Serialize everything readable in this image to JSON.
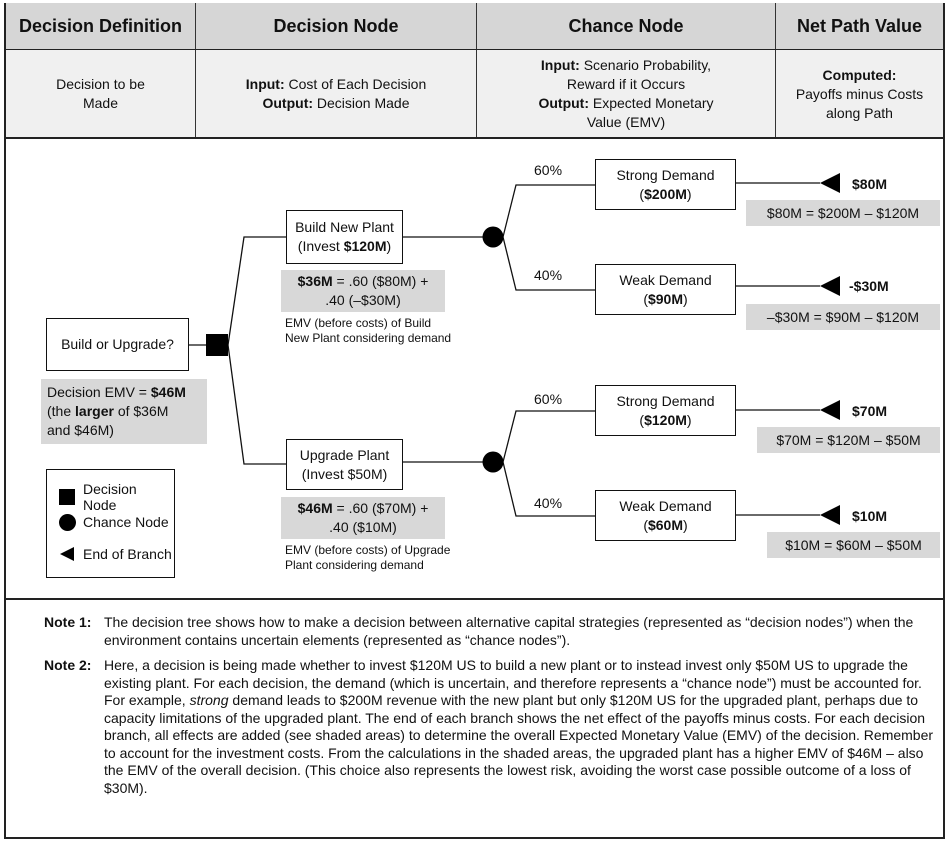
{
  "header": {
    "col1": "Decision Definition",
    "col2": "Decision Node",
    "col3": "Chance Node",
    "col4": "Net Path Value"
  },
  "subheader": {
    "col1": "Decision to be Made",
    "col2_input_label": "Input:",
    "col2_input": "Cost of Each Decision",
    "col2_output_label": "Output:",
    "col2_output": "Decision Made",
    "col3_input_label": "Input:",
    "col3_input_a": "Scenario Probability,",
    "col3_input_b": "Reward if it Occurs",
    "col3_output_label": "Output:",
    "col3_output_a": "Expected Monetary",
    "col3_output_b": "Value (EMV)",
    "col4_label": "Computed:",
    "col4_a": "Payoffs minus Costs",
    "col4_b": "along Path"
  },
  "root": {
    "label": "Build or Upgrade?",
    "emv_prefix": "Decision EMV = ",
    "emv_value": "$46M",
    "emv_line2_a": "(the ",
    "emv_line2_b": "larger",
    "emv_line2_c": " of $36M",
    "emv_line3": "and $46M)"
  },
  "build": {
    "label": "Build New Plant",
    "invest_prefix": "(Invest ",
    "invest_value": "$120M",
    "invest_suffix": ")",
    "emv_value": "$36M",
    "emv_rest1": " = .60 ($80M) +",
    "emv_rest2": ".40 (–$30M)",
    "note_line1": "EMV (before costs) of Build",
    "note_line2": "New Plant considering demand",
    "strong": {
      "pct": "60%",
      "label": "Strong Demand",
      "value": "$200M",
      "net": "$80M",
      "calc": "$80M = $200M – $120M"
    },
    "weak": {
      "pct": "40%",
      "label": "Weak Demand",
      "value": "$90M",
      "net": "-$30M",
      "calc": "–$30M = $90M – $120M"
    }
  },
  "upgrade": {
    "label": "Upgrade Plant",
    "invest": "(Invest $50M)",
    "emv_value": "$46M",
    "emv_rest1": " = .60 ($70M) +",
    "emv_rest2": ".40 ($10M)",
    "note_line1": "EMV (before costs) of Upgrade",
    "note_line2": "Plant considering demand",
    "strong": {
      "pct": "60%",
      "label": "Strong Demand",
      "value": "$120M",
      "net": "$70M",
      "calc": "$70M = $120M – $50M"
    },
    "weak": {
      "pct": "40%",
      "label": "Weak Demand",
      "value": "$60M",
      "net": "$10M",
      "calc": "$10M = $60M – $50M"
    }
  },
  "legend": {
    "decision": "Decision Node",
    "chance": "Chance Node",
    "end": "End of Branch"
  },
  "notes": {
    "note1_label": "Note 1:",
    "note1_text": "The decision tree shows how to make a decision between alternative capital strategies (represented as “decision nodes”) when the environment contains uncertain elements (represented as “chance nodes”).",
    "note2_label": "Note 2:",
    "note2_text_a": "Here, a decision is being made whether to invest $120M US to build a new plant or to instead invest only $50M US to upgrade the existing plant. For each decision, the demand (which is uncertain, and therefore represents a “chance node”) must be accounted for. For example, ",
    "note2_em": "strong",
    "note2_text_b": " demand leads to $200M revenue with the new plant but only $120M US for the upgraded plant, perhaps due to capacity limitations of the upgraded plant. The end of each branch shows the net effect of the payoffs minus costs. For each decision branch, all effects are added (see shaded areas) to determine the overall Expected Monetary Value (EMV) of the decision. Remember to account for the investment costs. From the calculations in the shaded areas, the upgraded plant has a higher EMV of $46M – also the EMV of the overall decision. (This choice also represents the lowest risk, avoiding the worst case possible outcome of a loss of $30M)."
  }
}
